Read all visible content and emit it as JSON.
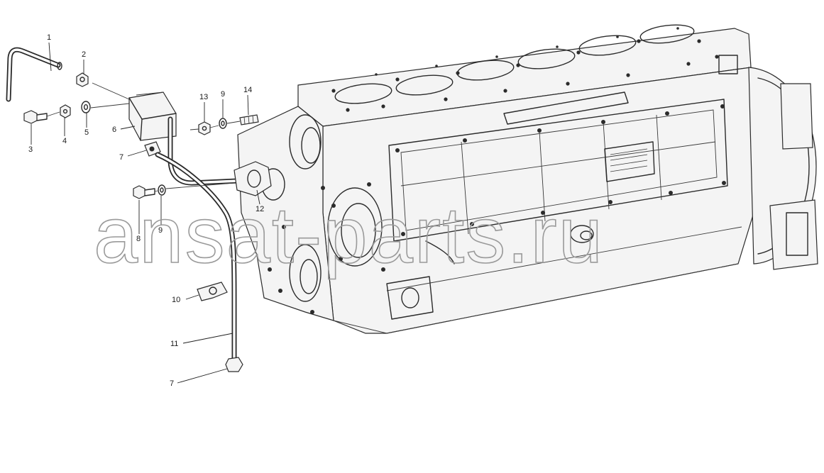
{
  "watermark": "ansat-parts.ru",
  "callouts": {
    "c1": "1",
    "c2": "2",
    "c3": "3",
    "c4": "4",
    "c5": "5",
    "c6": "6",
    "c7a": "7",
    "c7b": "7",
    "c8": "8",
    "c9a": "9",
    "c9b": "9",
    "c10": "10",
    "c11": "11",
    "c12": "12",
    "c13": "13",
    "c14": "14"
  },
  "colors": {
    "ink": "#2b2b2b",
    "paper": "#ffffff",
    "watermark": "#9a9a9a"
  }
}
